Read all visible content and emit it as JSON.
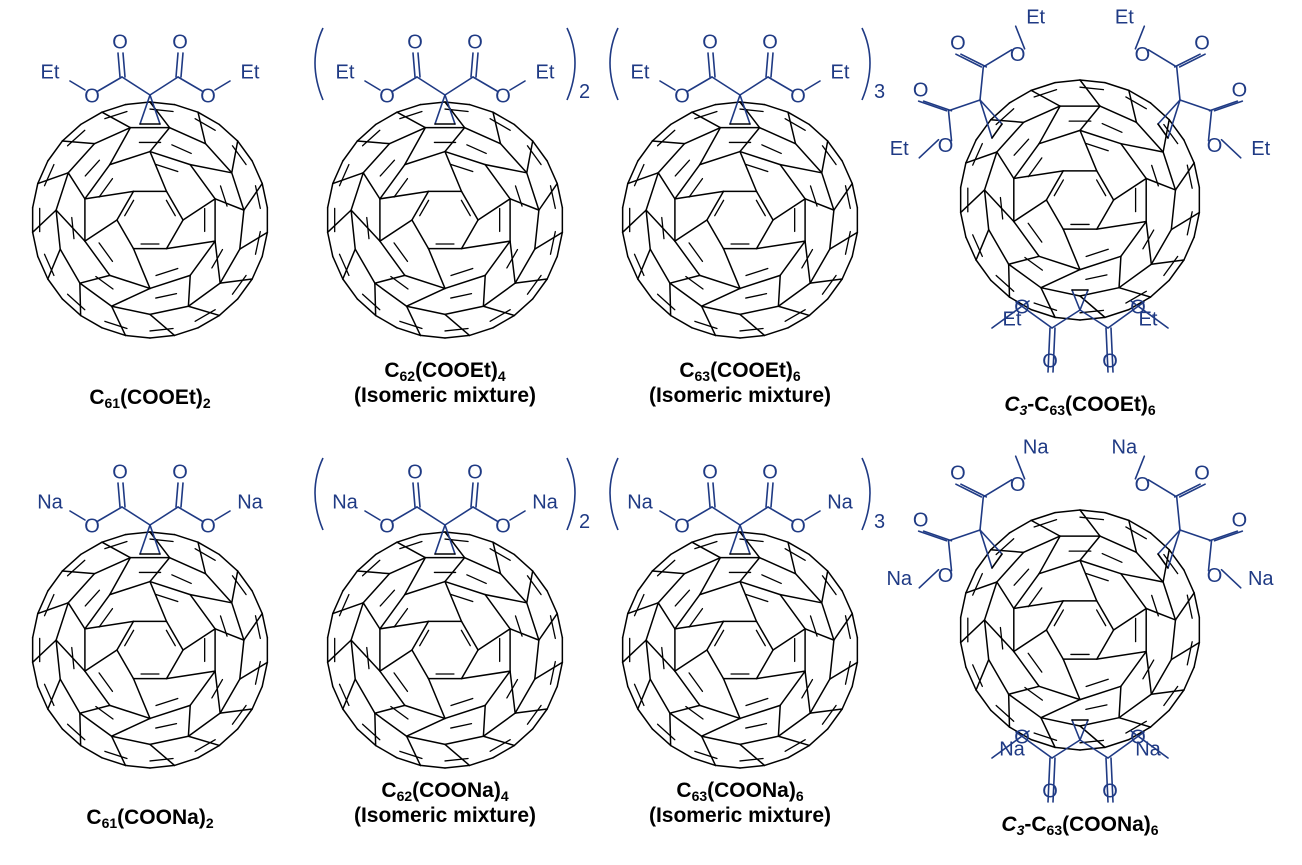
{
  "colors": {
    "structure": "#000000",
    "substituent": "#1f3a84"
  },
  "atoms": {
    "oxygen": "O",
    "ethyl": "Et",
    "sodium": "Na"
  },
  "compounds": [
    {
      "id": "c61-et",
      "group": "ethyl",
      "variant": "mono",
      "multiplier": "",
      "name": {
        "pre": "",
        "italic": "",
        "mid": "C",
        "sub1": "61",
        "mid2": "(COOEt)",
        "sub2": "2"
      },
      "note": ""
    },
    {
      "id": "c62-et",
      "group": "ethyl",
      "variant": "mono",
      "multiplier": "2",
      "name": {
        "pre": "",
        "italic": "",
        "mid": "C",
        "sub1": "62",
        "mid2": "(COOEt)",
        "sub2": "4"
      },
      "note": "(Isomeric mixture)"
    },
    {
      "id": "c63-et",
      "group": "ethyl",
      "variant": "mono",
      "multiplier": "3",
      "name": {
        "pre": "",
        "italic": "",
        "mid": "C",
        "sub1": "63",
        "mid2": "(COOEt)",
        "sub2": "6"
      },
      "note": "(Isomeric mixture)"
    },
    {
      "id": "c3-c63-et",
      "group": "ethyl",
      "variant": "tris",
      "multiplier": "",
      "name": {
        "pre": "",
        "italic": "C",
        "italic_sub": "3",
        "mid": "-C",
        "sub1": "63",
        "mid2": "(COOEt)",
        "sub2": "6"
      },
      "note": ""
    },
    {
      "id": "c61-na",
      "group": "sodium",
      "variant": "mono",
      "multiplier": "",
      "name": {
        "pre": "",
        "italic": "",
        "mid": "C",
        "sub1": "61",
        "mid2": "(COONa)",
        "sub2": "2"
      },
      "note": ""
    },
    {
      "id": "c62-na",
      "group": "sodium",
      "variant": "mono",
      "multiplier": "2",
      "name": {
        "pre": "",
        "italic": "",
        "mid": "C",
        "sub1": "62",
        "mid2": "(COONa)",
        "sub2": "4"
      },
      "note": "(Isomeric mixture)"
    },
    {
      "id": "c63-na",
      "group": "sodium",
      "variant": "mono",
      "multiplier": "3",
      "name": {
        "pre": "",
        "italic": "",
        "mid": "C",
        "sub1": "63",
        "mid2": "(COONa)",
        "sub2": "6"
      },
      "note": "(Isomeric mixture)"
    },
    {
      "id": "c3-c63-na",
      "group": "sodium",
      "variant": "tris",
      "multiplier": "",
      "name": {
        "pre": "",
        "italic": "C",
        "italic_sub": "3",
        "mid": "-C",
        "sub1": "63",
        "mid2": "(COONa)",
        "sub2": "6"
      },
      "note": ""
    }
  ]
}
